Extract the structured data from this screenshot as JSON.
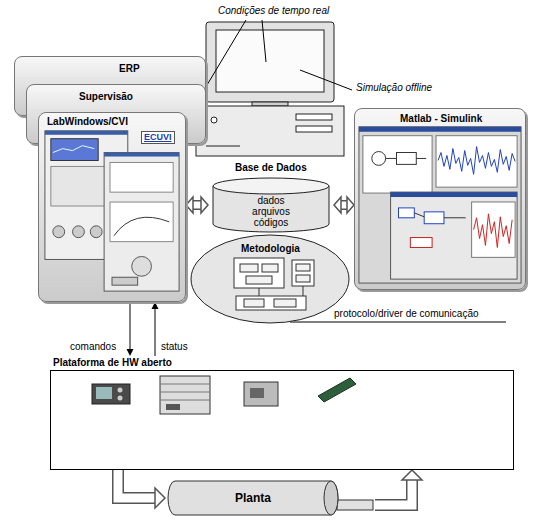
{
  "diagram": {
    "nodes": [
      {
        "text": [
          "ERP"
        ]
      },
      {
        "text": [
          "Supervisão"
        ]
      },
      {
        "text": [
          "LabWindows/CVI",
          "ECUVI"
        ]
      },
      {
        "text": [
          "Base de Dados",
          "dados arquivos códigos"
        ]
      },
      {
        "text": [
          "Matlab - Simulink"
        ]
      },
      {
        "text": [
          "Metodologia"
        ]
      },
      {
        "text": [
          "Plataforma de HW aberto"
        ]
      },
      {
        "text": [
          "Planta"
        ]
      }
    ],
    "edges": [
      {
        "from": 2,
        "to": 3,
        "arrow": "both"
      },
      {
        "from": 3,
        "to": 4,
        "arrow": "both"
      },
      {
        "from": 2,
        "to": 6,
        "label": "comandos",
        "arrow": "to"
      },
      {
        "from": 6,
        "to": 2,
        "label": "status",
        "arrow": "to"
      },
      {
        "from": 6,
        "to": 7,
        "arrow": "to"
      },
      {
        "from": 7,
        "to": 6,
        "arrow": "to"
      }
    ],
    "labels": [
      "Condições de tempo real",
      "Simulação offline",
      "protocolo/driver de comunicação"
    ]
  }
}
